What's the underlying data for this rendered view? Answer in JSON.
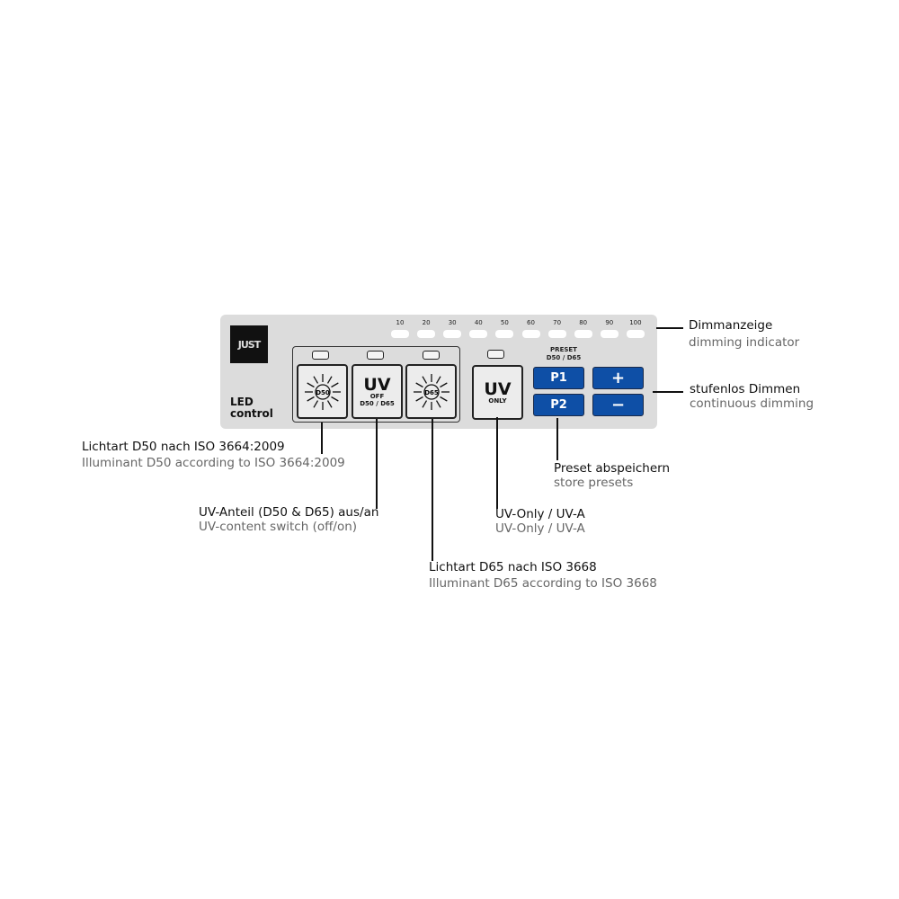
{
  "panel": {
    "logo": "JUST",
    "title_line1": "LED",
    "title_line2": "control",
    "dimming_scale": [
      "10",
      "20",
      "30",
      "40",
      "50",
      "60",
      "70",
      "80",
      "90",
      "100"
    ],
    "buttons": {
      "d50": "D50",
      "uv_off_big": "UV",
      "uv_off_l1": "OFF",
      "uv_off_l2": "D50 / D65",
      "d65": "D65",
      "uv_only_big": "UV",
      "uv_only_small": "ONLY",
      "p1": "P1",
      "p2": "P2",
      "plus": "+",
      "minus": "−"
    },
    "preset_label_l1": "PRESET",
    "preset_label_l2": "D50 / D65"
  },
  "callouts": {
    "dimming": {
      "de": "Dimmanzeige",
      "en": "dimming indicator"
    },
    "dimmen": {
      "de": "stufenlos Dimmen",
      "en": "continuous dimming"
    },
    "d50": {
      "de": "Lichtart D50 nach ISO 3664:2009",
      "en": "Illuminant D50 according to ISO 3664:2009"
    },
    "uv": {
      "de": "UV-Anteil (D50 & D65) aus/an",
      "en": "UV-content switch (off/on)"
    },
    "d65": {
      "de": "Lichtart D65 nach ISO 3668",
      "en": "Illuminant D65 according to ISO 3668"
    },
    "uvonly": {
      "de": "UV-Only / UV-A",
      "en": "UV-Only / UV-A"
    },
    "preset": {
      "de": "Preset abspeichern",
      "en": "store presets"
    }
  },
  "colors": {
    "panel": "#dcdcdc",
    "blue": "#0e4fa6"
  }
}
